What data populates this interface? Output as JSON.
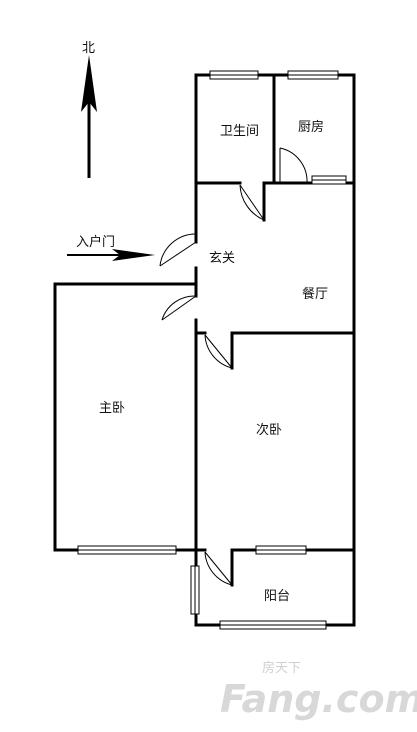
{
  "compass": {
    "label": "北"
  },
  "entrance": {
    "label": "入户门"
  },
  "rooms": {
    "bathroom": "卫生间",
    "kitchen": "厨房",
    "foyer": "玄关",
    "dining": "餐厅",
    "master_bedroom": "主卧",
    "second_bedroom": "次卧",
    "balcony": "阳台"
  },
  "watermark": {
    "brand": "Fang.com",
    "cn": "房天下"
  },
  "colors": {
    "wall": "#000000",
    "watermark": "#d8d8d8"
  }
}
